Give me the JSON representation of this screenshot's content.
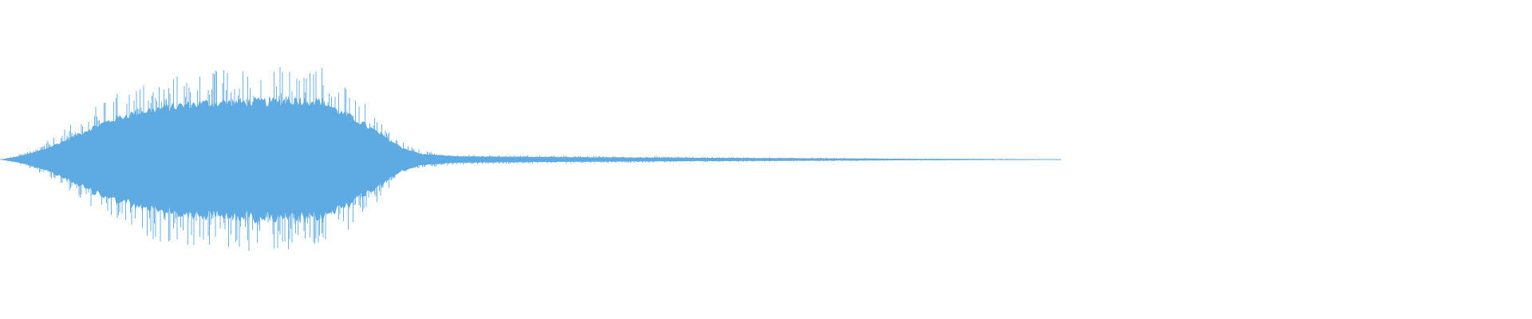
{
  "waveform": {
    "color": "#5eaae2",
    "envelope": [
      [
        0.0,
        0.0
      ],
      [
        0.01,
        0.04
      ],
      [
        0.02,
        0.1
      ],
      [
        0.03,
        0.18
      ],
      [
        0.045,
        0.34
      ],
      [
        0.06,
        0.52
      ],
      [
        0.075,
        0.67
      ],
      [
        0.09,
        0.78
      ],
      [
        0.11,
        0.86
      ],
      [
        0.13,
        0.92
      ],
      [
        0.15,
        0.94
      ],
      [
        0.175,
        0.95
      ],
      [
        0.195,
        0.98
      ],
      [
        0.21,
        0.96
      ],
      [
        0.222,
        0.78
      ],
      [
        0.235,
        0.62
      ],
      [
        0.248,
        0.42
      ],
      [
        0.262,
        0.2
      ],
      [
        0.275,
        0.09
      ],
      [
        0.3,
        0.05
      ],
      [
        0.36,
        0.04
      ],
      [
        0.42,
        0.032
      ],
      [
        0.48,
        0.024
      ],
      [
        0.54,
        0.018
      ],
      [
        0.59,
        0.012
      ],
      [
        0.64,
        0.008
      ],
      [
        0.69,
        0.005
      ],
      [
        1.0,
        0.0
      ]
    ]
  }
}
